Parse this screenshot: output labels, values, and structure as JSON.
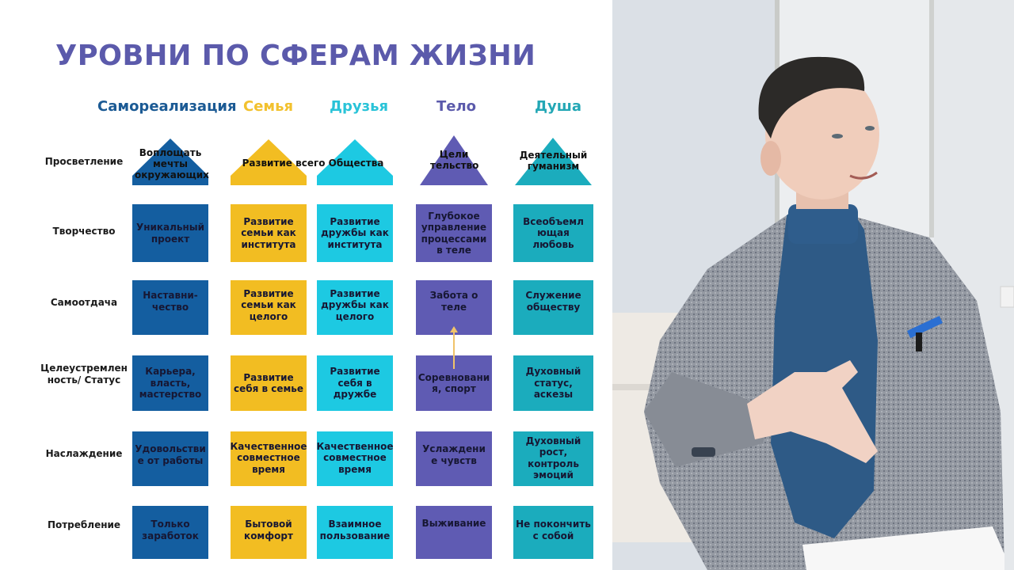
{
  "slide": {
    "title": "УРОВНИ ПО СФЕРАМ ЖИЗНИ",
    "title_color": "#5b5aab",
    "columns": [
      {
        "label": "Самореализация",
        "color": "#1b5a94",
        "fill": "#145ea0"
      },
      {
        "label": "Семья",
        "color": "#f2c12e",
        "fill": "#f2bd22"
      },
      {
        "label": "Друзья",
        "color": "#29c3d8",
        "fill": "#1dc9e2"
      },
      {
        "label": "Тело",
        "color": "#5b5aab",
        "fill": "#5f5bb3"
      },
      {
        "label": "Душа",
        "color": "#23a7b5",
        "fill": "#1bacbd"
      }
    ],
    "rows": [
      {
        "label": "Просветление"
      },
      {
        "label": "Творчество"
      },
      {
        "label": "Самоотдача"
      },
      {
        "label": "Целеустремлен ность/ Статус"
      },
      {
        "label": "Наслаждение"
      },
      {
        "label": "Потребление"
      }
    ],
    "top_level": {
      "self": "Воплощать мечты окружающих",
      "family_friends": "Развитие всего Общества",
      "body": "Цели тельство",
      "soul": "Деятельный гуманизм"
    },
    "cells": {
      "creativity": [
        "Уникальный проект",
        "Развитие семьи как института",
        "Развитие дружбы как института",
        "Глубокое управление процессами в теле",
        "Всеобъемл ющая любовь"
      ],
      "dedication": [
        "Наставни- чество",
        "Развитие семьи как целого",
        "Развитие дружбы как целого",
        "Забота о теле",
        "Служение обществу"
      ],
      "status": [
        "Карьера, власть, мастерство",
        "Развитие себя в семье",
        "Развитие себя в дружбе",
        "Соревновани я, спорт",
        "Духовный статус, аскезы"
      ],
      "pleasure": [
        "Удовольстви е от работы",
        "Качественное совместное время",
        "Качественное совместное время",
        "Услаждени е чувств",
        "Духовный рост, контроль эмоций"
      ],
      "consumption": [
        "Только заработок",
        "Бытовой комфорт",
        "Взаимное пользование",
        "Выживание",
        "Не покончить с собой"
      ]
    },
    "arrow_color": "#f0c36a"
  },
  "video": {
    "description": "Presenter in grey tweed blazer and blue turtleneck gesturing with right hand, holding papers"
  }
}
